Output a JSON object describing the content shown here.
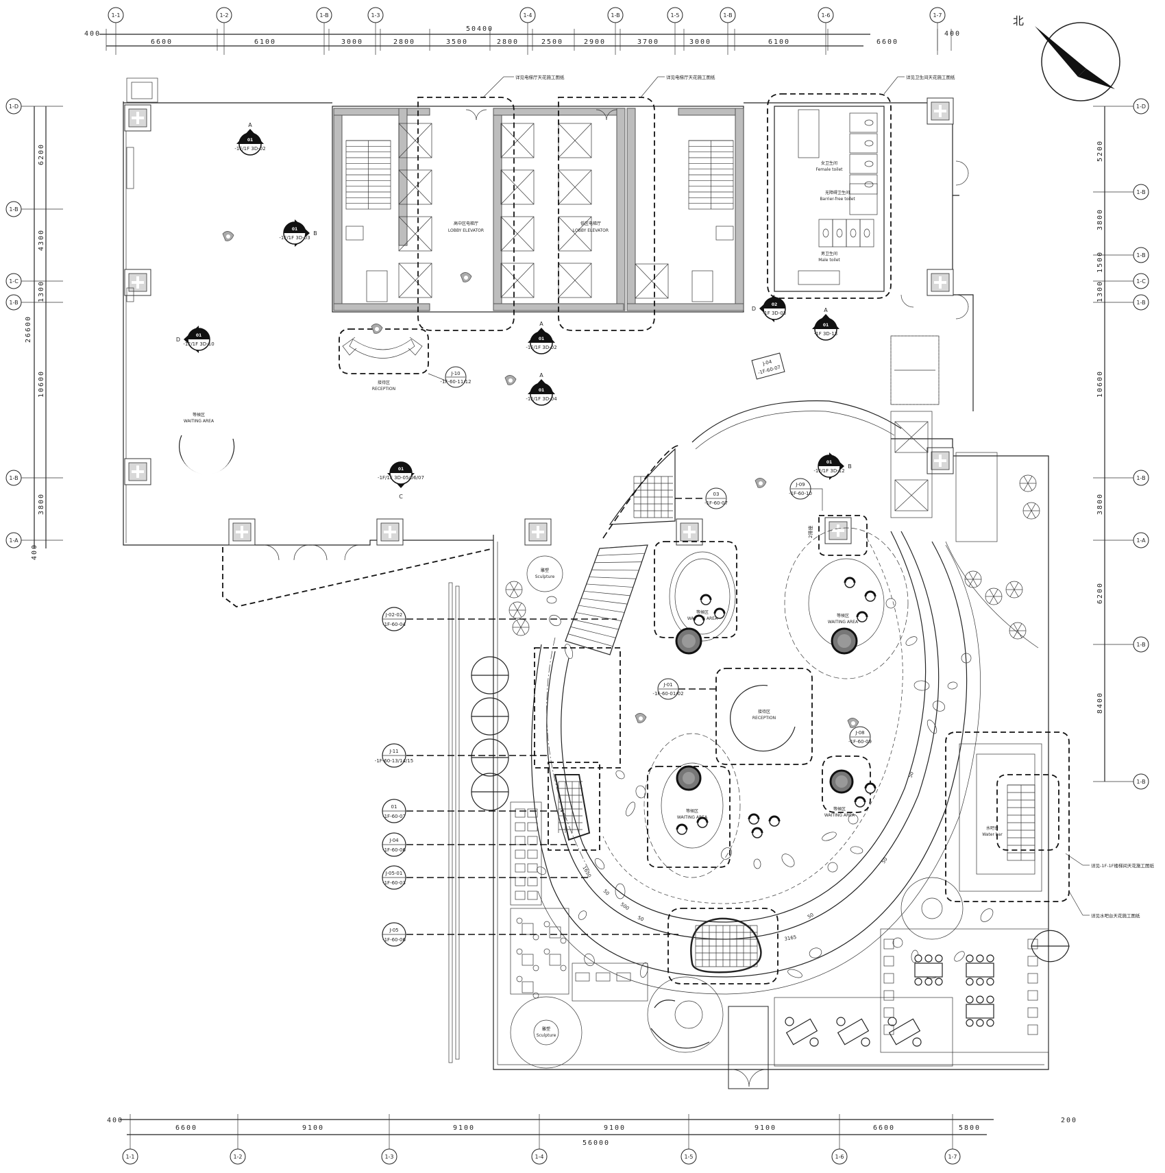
{
  "north_label": "北",
  "dims_top_total": "50400",
  "dims_top": [
    "400",
    "6600",
    "6100",
    "3000",
    "2800",
    "3500",
    "2800",
    "2500",
    "2900",
    "3700",
    "3000",
    "6100",
    "6600",
    "400"
  ],
  "dims_bottom_total": "56000",
  "dims_bottom": [
    "400",
    "6600",
    "9100",
    "9100",
    "9100",
    "9100",
    "6600",
    "5800",
    "200"
  ],
  "dims_left_total": "26600",
  "dims_left": [
    "6200",
    "4300",
    "1300",
    "10600",
    "3800",
    "400"
  ],
  "dims_right": [
    "5200",
    "3800",
    "1500",
    "1300",
    "10600",
    "3800",
    "6200",
    "8400"
  ],
  "grid_top": [
    "1-1",
    "1-2",
    "1-B",
    "1-3",
    "1-4",
    "1-B",
    "1-5",
    "1-B",
    "1-6",
    "1-7"
  ],
  "grid_bottom": [
    "1-1",
    "1-2",
    "1-3",
    "1-4",
    "1-5",
    "1-6",
    "1-7"
  ],
  "grid_left": [
    "1-D",
    "1-B",
    "1-C",
    "1-B",
    "1-B",
    "1-A"
  ],
  "grid_right": [
    "1-D",
    "1-B",
    "1-B",
    "1-C",
    "1-B",
    "1-B",
    "1-A",
    "1-B",
    "1-B"
  ],
  "rooms": {
    "lobby_elevator_1": "高中区电梯厅",
    "lobby_elevator_1_en": "LOBBY ELEVATOR",
    "lobby_elevator_2": "低区电梯厅",
    "lobby_elevator_2_en": "LOBBY ELEVATOR",
    "female_toilet": "女卫生间",
    "female_toilet_en": "Female toilet",
    "barrier_free": "无障碍卫生间",
    "barrier_free_en": "Barrier-free toilet",
    "male_toilet": "男卫生间",
    "male_toilet_en": "Male toilet",
    "reception_1": "接待区",
    "reception_1_en": "RECEPTION",
    "waiting_1": "等候区",
    "waiting_1_en": "WAITING AREA",
    "waiting_2": "等候区",
    "waiting_2_en": "WAITING AREA",
    "waiting_3": "等候区",
    "waiting_3_en": "WAITING AREA",
    "waiting_4": "等候区",
    "waiting_4_en": "WAITING AREA",
    "waiting_5": "等候区",
    "waiting_5_en": "WAITING AREA",
    "reception_2": "接待区",
    "reception_2_en": "RECEPTION",
    "sculpture_1": "雕塑",
    "sculpture_1_en": "Sculpture",
    "sculpture_2": "雕塑",
    "sculpture_2_en": "Sculpture",
    "water_bar": "水吧台",
    "water_bar_en": "Water bar"
  },
  "notes": {
    "elevator_1": "详见电梯厅天花施工图纸",
    "elevator_2": "详见电梯厅天花施工图纸",
    "toilet": "详见卫生间天花施工图纸",
    "stair": "详见-1F-1F楼梯间天花施工图纸",
    "water_bar": "详见水吧台天花施工图纸"
  },
  "callouts_left": [
    {
      "id": "J-02-02",
      "ref": "-1F-60-04"
    },
    {
      "id": "J-11",
      "ref": "-1F-60-13/14/15"
    },
    {
      "id": "01",
      "ref": "-1F-60-07"
    },
    {
      "id": "J-04",
      "ref": "-1F-60-06"
    },
    {
      "id": "J-05-01",
      "ref": "-1F-60-03"
    },
    {
      "id": "J-05",
      "ref": "-1F-60-06"
    }
  ],
  "callouts_plan": [
    {
      "id": "J-10",
      "ref": "-1F-60-11/12"
    },
    {
      "id": "J-04",
      "ref": "-1F-60-07"
    },
    {
      "id": "03",
      "ref": "-1F-60-07"
    },
    {
      "id": "J-09",
      "ref": "-1F-60-10"
    },
    {
      "id": "J-01",
      "ref": "-1F-60-01/02"
    },
    {
      "id": "J-08",
      "ref": "-1F-60-09"
    }
  ],
  "section_marks": [
    {
      "num": "01",
      "ref": "-1F/1F 3D-02",
      "letter": "A"
    },
    {
      "num": "01",
      "ref": "-1F/1F 3D-03",
      "letter": "B"
    },
    {
      "num": "01",
      "ref": "-1F/1F 3D-10",
      "letter": "D"
    },
    {
      "num": "01",
      "ref": "-1F/1F 3D-05/06/07",
      "letter": "C"
    },
    {
      "num": "01",
      "ref": "-1F/1F 3D-02",
      "letter": "A"
    },
    {
      "num": "01",
      "ref": "-1F/1F 3D-04",
      "letter": "A"
    },
    {
      "num": "02",
      "ref": "-1F 3D-03",
      "letter": "D"
    },
    {
      "num": "01",
      "ref": "-1F 3D-13",
      "letter": "A"
    },
    {
      "num": "01",
      "ref": "-1F/1F 3D-12",
      "letter": "B"
    }
  ],
  "ramp_dims": [
    "1650",
    "500",
    "50",
    "50",
    "50",
    "50",
    "3165",
    "50"
  ],
  "small_label": "2排座"
}
